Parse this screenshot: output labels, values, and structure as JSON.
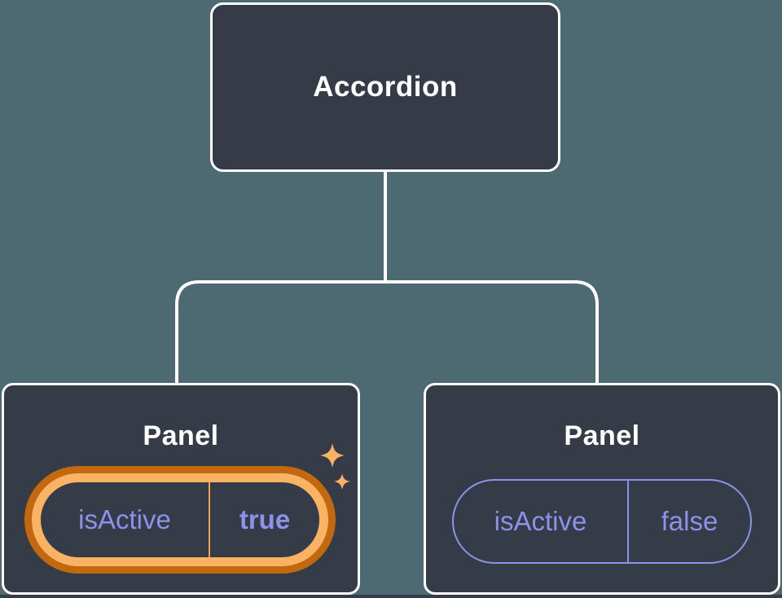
{
  "colors": {
    "background": "#4d6a72",
    "box_fill": "#353b47",
    "box_border": "#ffffff",
    "connector": "#ffffff",
    "title_text": "#ffffff",
    "state_text": "#8a93e9",
    "state_border": "#8a93e9",
    "highlight_outer": "#c2690f",
    "highlight_inner": "#fab265",
    "highlight_divider": "#e8a451",
    "sparkle": "#f9b262"
  },
  "tree": {
    "root": {
      "label": "Accordion"
    },
    "children": [
      {
        "label": "Panel",
        "state_key": "isActive",
        "state_value": "true",
        "highlighted": true,
        "icon": "sparkles-icon"
      },
      {
        "label": "Panel",
        "state_key": "isActive",
        "state_value": "false",
        "highlighted": false
      }
    ]
  }
}
